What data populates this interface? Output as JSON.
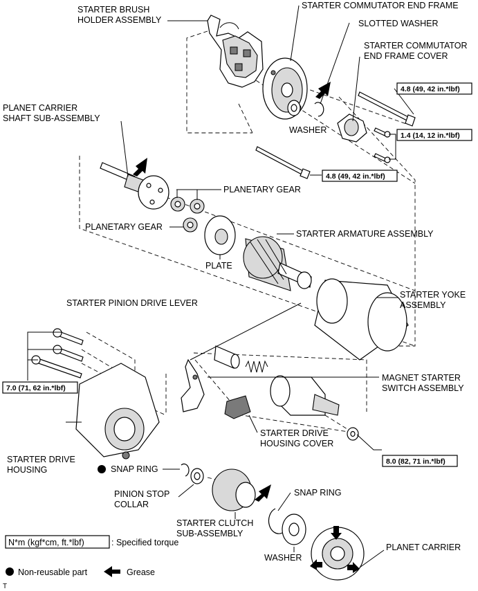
{
  "labels": {
    "brush_holder_1": "STARTER BRUSH",
    "brush_holder_2": "HOLDER ASSEMBLY",
    "commutator_end_frame": "STARTER COMMUTATOR END FRAME",
    "slotted_washer": "SLOTTED WASHER",
    "end_frame_cover_1": "STARTER COMMUTATOR",
    "end_frame_cover_2": "END FRAME COVER",
    "planet_carrier_shaft_1": "PLANET CARRIER",
    "planet_carrier_shaft_2": "SHAFT SUB-ASSEMBLY",
    "washer_top": "WASHER",
    "planetary_gear_top": "PLANETARY GEAR",
    "planetary_gear_left": "PLANETARY GEAR",
    "armature": "STARTER ARMATURE ASSEMBLY",
    "plate": "PLATE",
    "yoke_1": "STARTER YOKE",
    "yoke_2": "ASSEMBLY",
    "pinion_drive_lever": "STARTER PINION DRIVE LEVER",
    "magnet_switch_1": "MAGNET STARTER",
    "magnet_switch_2": "SWITCH ASSEMBLY",
    "drive_housing_cover_1": "STARTER DRIVE",
    "drive_housing_cover_2": "HOUSING COVER",
    "drive_housing_1": "STARTER DRIVE",
    "drive_housing_2": "HOUSING",
    "snap_ring_left": "SNAP RING",
    "pinion_stop_collar_1": "PINION STOP",
    "pinion_stop_collar_2": "COLLAR",
    "snap_ring_right": "SNAP RING",
    "clutch_1": "STARTER CLUTCH",
    "clutch_2": "SUB-ASSEMBLY",
    "washer_bottom": "WASHER",
    "planet_carrier": "PLANET CARRIER"
  },
  "torques": {
    "end_frame_bolt": "4.8 (49, 42 in.*lbf)",
    "cover_screw": "1.4 (14, 12 in.*lbf)",
    "through_bolt": "4.8 (49, 42 in.*lbf)",
    "housing_bolt": "7.0 (71, 62 in.*lbf)",
    "switch_nut": "8.0 (82, 71 in.*lbf)"
  },
  "legend": {
    "unit_box": "N*m (kgf*cm, ft.*lbf)",
    "specified_torque": ": Specified torque",
    "non_reusable": "Non-reusable part",
    "grease": "Grease"
  },
  "footer": {
    "corner_mark": "T"
  }
}
